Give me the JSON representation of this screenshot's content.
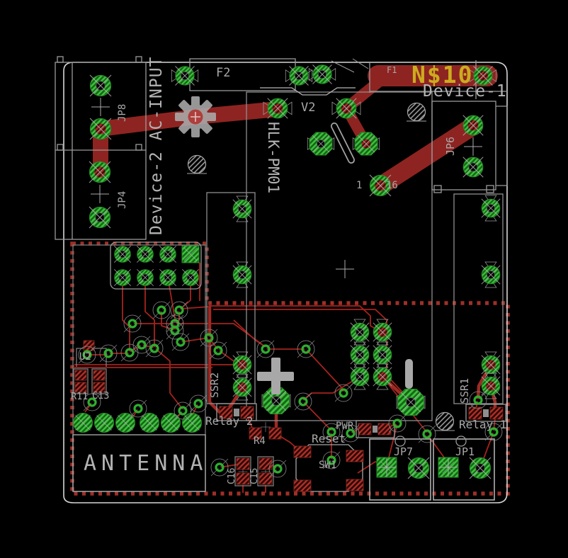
{
  "app": {
    "description": "PCB layout editor view (EAGLE-style board drawing)"
  },
  "colors": {
    "background": "#000000",
    "board_outline": "#d6d6d6",
    "silkscreen_gray": "#a9a9a9",
    "thick_trace_red": "#8e2421",
    "thin_trace_red": "#a5231e",
    "pad_green": "#2fae2f",
    "keepout_red": "#9e2f28",
    "net_name_yellow": "#ccab1f"
  },
  "labels": {
    "device2": "Device-2 AC-INPUT",
    "device1": "Device-1",
    "jp8": "JP8",
    "jp4": "JP4",
    "jp6": "JP6",
    "jp7": "JP7",
    "jp1": "JP1",
    "f1": "F1",
    "f2": "F2",
    "v2": "V2",
    "hlk": "HLK-PM01",
    "net_highlight": "N$10",
    "pin1": "1",
    "pin16": "16",
    "ssr1": "SSR1",
    "ssr2": "SSR2",
    "relay1": "Relay 1",
    "relay2": "Relay 2",
    "r4": "R4",
    "r11": "R11",
    "c13": "C13",
    "c15": "C15",
    "c16": "C16",
    "u2": "U2",
    "sw1": "SW1",
    "reset": "Reset",
    "pwr": "PWR",
    "antenna": "ANTENNA"
  }
}
